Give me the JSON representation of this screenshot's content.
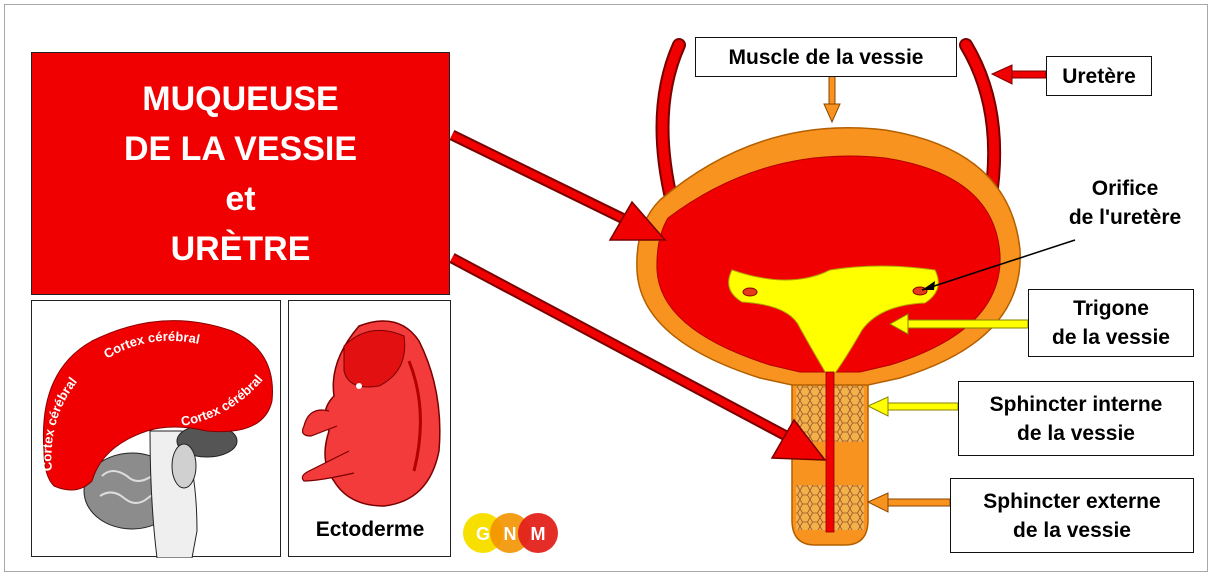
{
  "main": {
    "line1": "MUQUEUSE",
    "line2": "DE LA VESSIE",
    "line3": "et",
    "line4": "URÈTRE"
  },
  "labels": {
    "muscle": "Muscle de la vessie",
    "uretere": "Uretère",
    "orifice_line1": "Orifice",
    "orifice_line2": "de l'uretère",
    "trigone_line1": "Trigone",
    "trigone_line2": "de la vessie",
    "sphincter_int_line1": "Sphincter interne",
    "sphincter_int_line2": "de la vessie",
    "sphincter_ext_line1": "Sphincter externe",
    "sphincter_ext_line2": "de la vessie"
  },
  "brain": {
    "cortex_label": "Cortex cérébral"
  },
  "embryo": {
    "label": "Ectoderme"
  },
  "logo": {
    "letters": [
      "G",
      "N",
      "M"
    ],
    "colors": [
      "#f7e000",
      "#f39200",
      "#e3221b"
    ]
  },
  "colors": {
    "mucosa_red": "#f00000",
    "muscle_orange": "#f7931e",
    "trigone_yellow": "#ffff00",
    "sphincter_tan": "#f2b24a"
  }
}
